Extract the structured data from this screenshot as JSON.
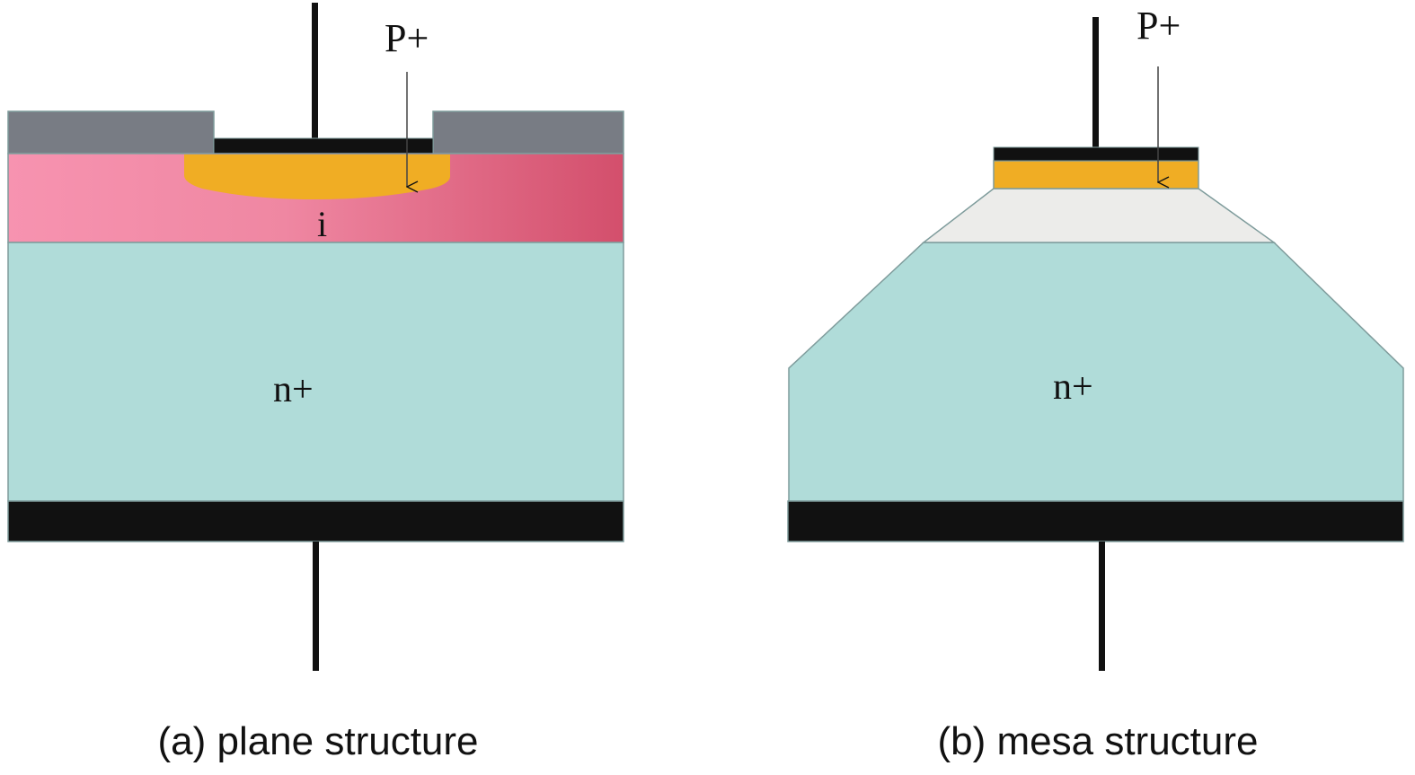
{
  "figure": {
    "colors": {
      "metal": "#111111",
      "oxide": "#787c84",
      "p_plus": "#f0ad24",
      "intrinsic_left": "#f793b0",
      "intrinsic_right": "#d34f6c",
      "intrinsic_mesa": "#ececea",
      "n_plus": "#b0dcd9",
      "outline": "#7f9c9c"
    },
    "panel_a": {
      "caption": "(a) plane structure",
      "labels": {
        "p_plus": "P+",
        "intrinsic": "i",
        "n_plus": "n+"
      }
    },
    "panel_b": {
      "caption": "(b) mesa structure",
      "labels": {
        "p_plus": "P+",
        "n_plus": "n+"
      }
    }
  }
}
